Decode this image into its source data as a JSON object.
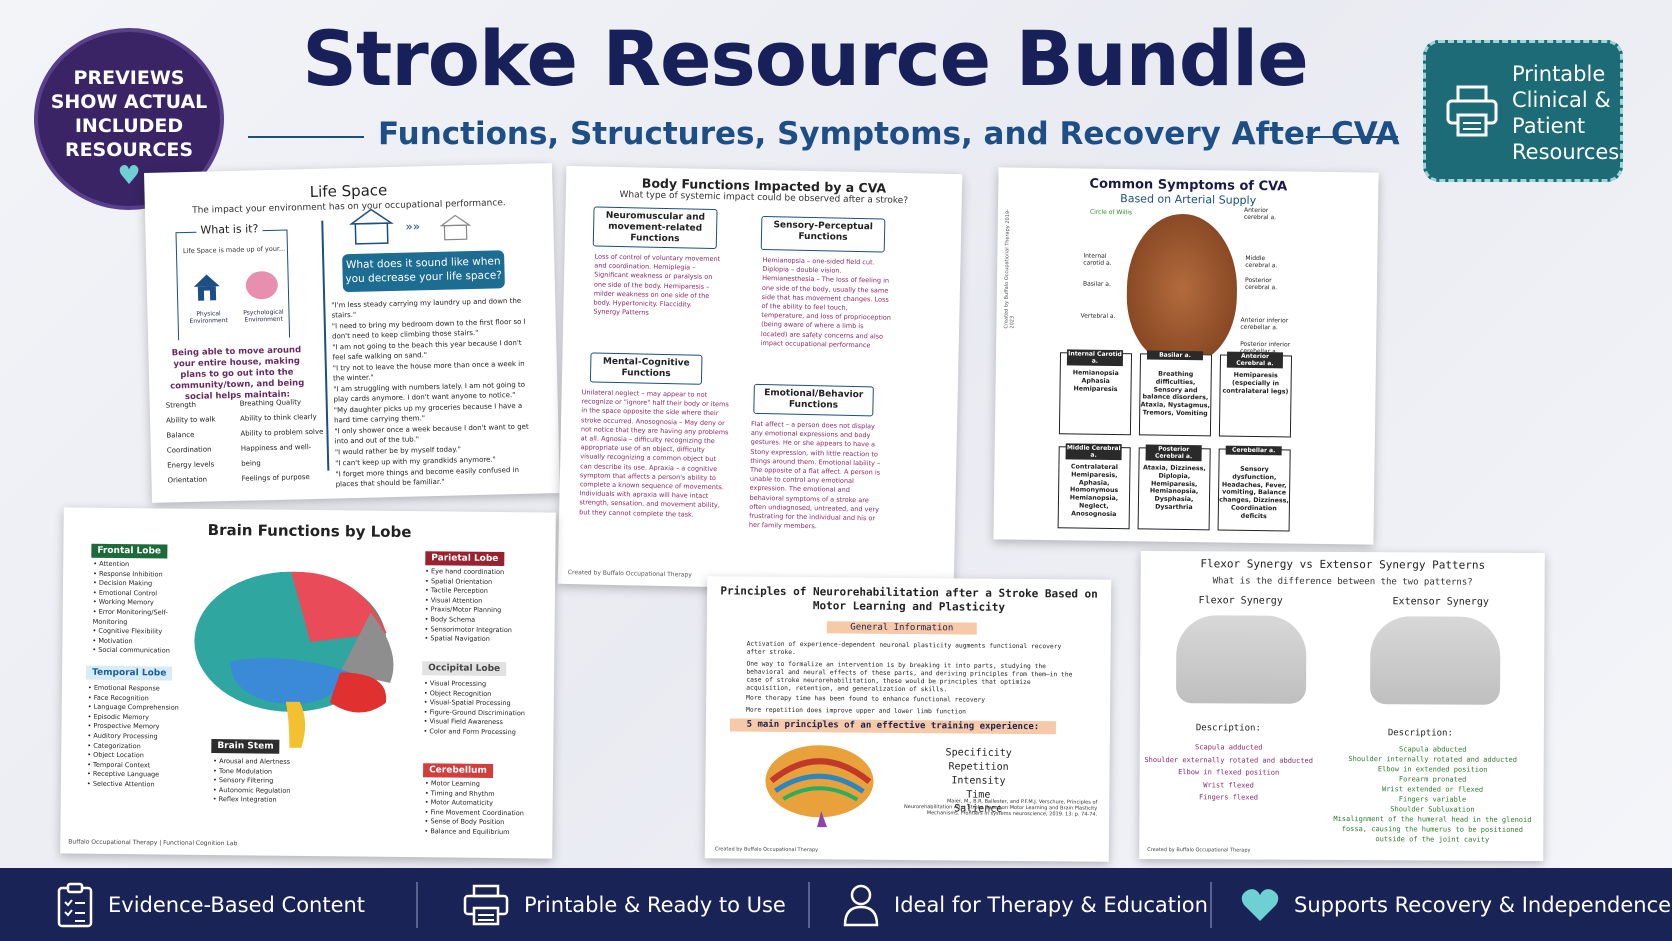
{
  "header": {
    "title": "Stroke Resource Bundle",
    "subtitle": "Functions, Structures, Symptoms, and Recovery After CVA"
  },
  "badge": {
    "lines": [
      "PREVIEWS",
      "SHOW ACTUAL",
      "INCLUDED",
      "RESOURCES"
    ],
    "heart": "♥"
  },
  "printable": {
    "lines": [
      "Printable",
      "Clinical &",
      "Patient",
      "Resources"
    ]
  },
  "life_space": {
    "title": "Life Space",
    "subtitle": "The impact your environment has on your occupational performance.",
    "what_is_it": "What is it?",
    "made_up": "Life Space is made up of your...",
    "physical": "Physical Environment",
    "psychological": "Psychological Environment",
    "question": "What does it sound like when you decrease your life space?",
    "maintain": "Being able to move around your entire house, making plans to go out into the community/town, and being social helps maintain:",
    "skills_col1": [
      "Strength",
      "Ability to walk",
      "Balance",
      "Coordination",
      "Energy levels",
      "Orientation"
    ],
    "skills_col2": [
      "Breathing Quality",
      "Ability to think clearly",
      "Ability to problem solve",
      "Happiness and well-being",
      "Feelings of purpose"
    ],
    "quotes": [
      "\"I'm less steady carrying my laundry up and down the stairs.\"",
      "\"I need to bring my bedroom down to the first floor so I don't need to keep climbing those stairs.\"",
      "\"I am not going to the beach this year because I don't feel safe walking on sand.\"",
      "\"I try not to leave the house more than once a week in the winter.\"",
      "\"I am struggling with numbers lately. I am not going to play cards anymore. I don't want anyone to notice.\"",
      "\"My daughter picks up my groceries because I have a hard time carrying them.\"",
      "\"I only shower once a week because I don't want to get into and out of the tub.\"",
      "\"I would rather be by myself today.\"",
      "\"I can't keep up with my grandkids anymore.\"",
      "\"I forget more things and become easily confused in places that should be familiar.\""
    ]
  },
  "body_functions": {
    "title": "Body Functions Impacted by a CVA",
    "subtitle": "What type of systemic impact could be observed after a stroke?",
    "box1": "Neuromuscular and movement-related Functions",
    "box2": "Sensory-Perceptual Functions",
    "box3": "Mental-Cognitive Functions",
    "box4": "Emotional/Behavior Functions",
    "text1": "Loss of control of voluntary movement and coordination. Hemiplegia – Significant weakness or paralysis on one side of the body. Hemiparesis – milder weakness on one side of the body. Hypertonicity. Flaccidity. Synergy Patterns",
    "text2": "Hemianopsia – one-sided field cut. Diplopia – double vision. Hemianesthesia – The loss of feeling in one side of the body, usually the same side that has movement changes. Loss of the ability to feel touch, temperature, and loss of proprioception (being aware of where a limb is located) are safety concerns and also impact occupational performance",
    "text3": "Unilateral neglect – may appear to not recognize or \"ignore\" half their body or items in the space opposite the side where their stroke occurred. Anosognosia – May deny or not notice that they are having any problems at all. Agnosia – difficulty recognizing the appropriate use of an object, difficulty visually recognizing a common object but can describe its use. Apraxia – a cognitive symptom that affects a person's ability to complete a known sequence of movements. Individuals with apraxia will have intact strength, sensation, and movement ability, but they cannot complete the task.",
    "text4": "Flat affect – a person does not display any emotional expressions and body gestures. He or she appears to have a Stony expression, with little reaction to things around them. Emotional lability – The opposite of a flat affect. A person is unable to control any emotional expression. The emotional and behavioral symptoms of a stroke are often undiagnosed, untreated, and very frustrating for the individual and his or her family members.",
    "footer": "Created by Buffalo Occupational Therapy"
  },
  "cva": {
    "title": "Common Symptoms of CVA",
    "subtitle": "Based on Arterial Supply",
    "labels": [
      "Circle of Willis",
      "Anterior cerebral a.",
      "Internal carotid a.",
      "Middle cerebral a.",
      "Basilar a.",
      "Posterior cerebral a.",
      "Vertebral a.",
      "Anterior inferior cerebellar a.",
      "Posterior inferior cerebellar a."
    ],
    "side_note": "Created by Buffalo Occupational Therapy 2019-2023",
    "boxes": [
      {
        "head": "Internal Carotid a.",
        "body": "Hemianopsia Aphasia Hemiparesis"
      },
      {
        "head": "Basilar a.",
        "body": "Breathing difficulties, Sensory and balance disorders, Ataxia, Nystagmus, Tremors, Vomiting"
      },
      {
        "head": "Anterior Cerebral a.",
        "body": "Hemiparesis (especially in contralateral legs)"
      },
      {
        "head": "Middle Cerebral a.",
        "body": "Contralateral Hemiparesis, Aphasia, Homonymous Hemianopsia, Neglect, Anosognosia"
      },
      {
        "head": "Posterior Cerebral a.",
        "body": "Ataxia, Dizziness, Diplopia, Hemiparesis, Hemianopsia, Dysphasia, Dysarthria"
      },
      {
        "head": "Cerebellar a.",
        "body": "Sensory dysfunction, Headaches, Fever, vomiting, Balance changes, Dizziness, Coordination deficits"
      }
    ]
  },
  "lobes": {
    "title": "Brain Functions by Lobe",
    "frontal": {
      "tag": "Frontal Lobe",
      "items": [
        "Attention",
        "Response Inhibition",
        "Decision Making",
        "Emotional Control",
        "Working Memory",
        "Error Monitoring/Self-Monitoring",
        "Cognitive Flexibility",
        "Motivation",
        "Social communication"
      ]
    },
    "temporal": {
      "tag": "Temporal Lobe",
      "items": [
        "Emotional Response",
        "Face Recognition",
        "Language Comprehension",
        "Episodic Memory",
        "Prospective Memory",
        "Auditory Processing",
        "Categorization",
        "Object Location",
        "Temporal Context",
        "Receptive Language",
        "Selective Attention"
      ]
    },
    "parietal": {
      "tag": "Parietal Lobe",
      "items": [
        "Eye hand coordination",
        "Spatial Orientation",
        "Tactile Perception",
        "Visual Attention",
        "Praxis/Motor Planning",
        "Body Schema",
        "Sensorimotor Integration",
        "Spatial Navigation"
      ]
    },
    "occipital": {
      "tag": "Occipital Lobe",
      "items": [
        "Visual Processing",
        "Object Recognition",
        "Visual-Spatial Processing",
        "Figure-Ground Discrimination",
        "Visual Field Awareness",
        "Color and Form Processing"
      ]
    },
    "brainstem": {
      "tag": "Brain Stem",
      "items": [
        "Arousal and Alertness",
        "Tone Modulation",
        "Sensory Filtering",
        "Autonomic Regulation",
        "Reflex Integration"
      ]
    },
    "cerebellum": {
      "tag": "Cerebellum",
      "items": [
        "Motor Learning",
        "Timing and Rhythm",
        "Motor Automaticity",
        "Fine Movement Coordination",
        "Sense of Body Position",
        "Balance and Equilibrium"
      ]
    },
    "footer": "Buffalo Occupational Therapy | Functional Cognition Lab"
  },
  "neuro": {
    "title": "Principles of Neurorehabilitation after a Stroke Based on Motor Learning and Plasticity",
    "general": "General Information",
    "p1": "Activation of experience-dependent neuronal plasticity augments functional recovery after stroke.",
    "p2": "One way to formalize an intervention is by breaking it into parts, studying the behavioral and neural effects of these parts, and deriving principles from them—in the case of stroke neurorehabilitation, these would be principles that optimize acquisition, retention, and generalization of skills.",
    "p3": "More therapy time has been found to enhance functional recovery",
    "p4": "More repetition does improve upper and lower limb function",
    "principles_title": "5 main principles of an effective training experience:",
    "principles": [
      "Specificity",
      "Repetition",
      "Intensity",
      "Time",
      "Salience"
    ],
    "citation": "Maier, M., B.R. Ballester, and P.F.M.J. Verschure, Principles of Neurorehabilitation After Stroke Based on Motor Learning and Brain Plasticity Mechanisms. Frontiers in systems neuroscience, 2019. 13: p. 74-74.",
    "footer": "Created by Buffalo Occupational Therapy"
  },
  "synergy": {
    "title": "Flexor Synergy vs Extensor Synergy Patterns",
    "subtitle": "What is the difference between the two patterns?",
    "flexor": "Flexor Synergy",
    "extensor": "Extensor Synergy",
    "desc": "Description:",
    "flexor_items": [
      "Scapula adducted",
      "Shoulder externally rotated and abducted",
      "Elbow in flexed position",
      "Wrist flexed",
      "Fingers flexed"
    ],
    "extensor_items": [
      "Scapula abducted",
      "Shoulder internally rotated and adducted",
      "Elbow in extended position",
      "Forearm pronated",
      "Wrist extended or flexed",
      "Fingers variable",
      "Shoulder Subluxation",
      "Misalignment of the humeral head in the glenoid fossa, causing the humerus to be positioned outside of the joint cavity"
    ],
    "footer": "Created by Buffalo Occupational Therapy"
  },
  "features": [
    {
      "label": "Evidence-Based Content",
      "icon": "clipboard-checklist-icon"
    },
    {
      "label": "Printable & Ready to Use",
      "icon": "printer-icon"
    },
    {
      "label": "Ideal for Therapy & Education",
      "icon": "person-icon"
    },
    {
      "label": "Supports Recovery & Independence",
      "icon": "heart-icon"
    }
  ],
  "colors": {
    "navy": "#1a2355",
    "teal": "#1c6b76",
    "purple": "#3a2466",
    "heart": "#6fd0d4"
  }
}
